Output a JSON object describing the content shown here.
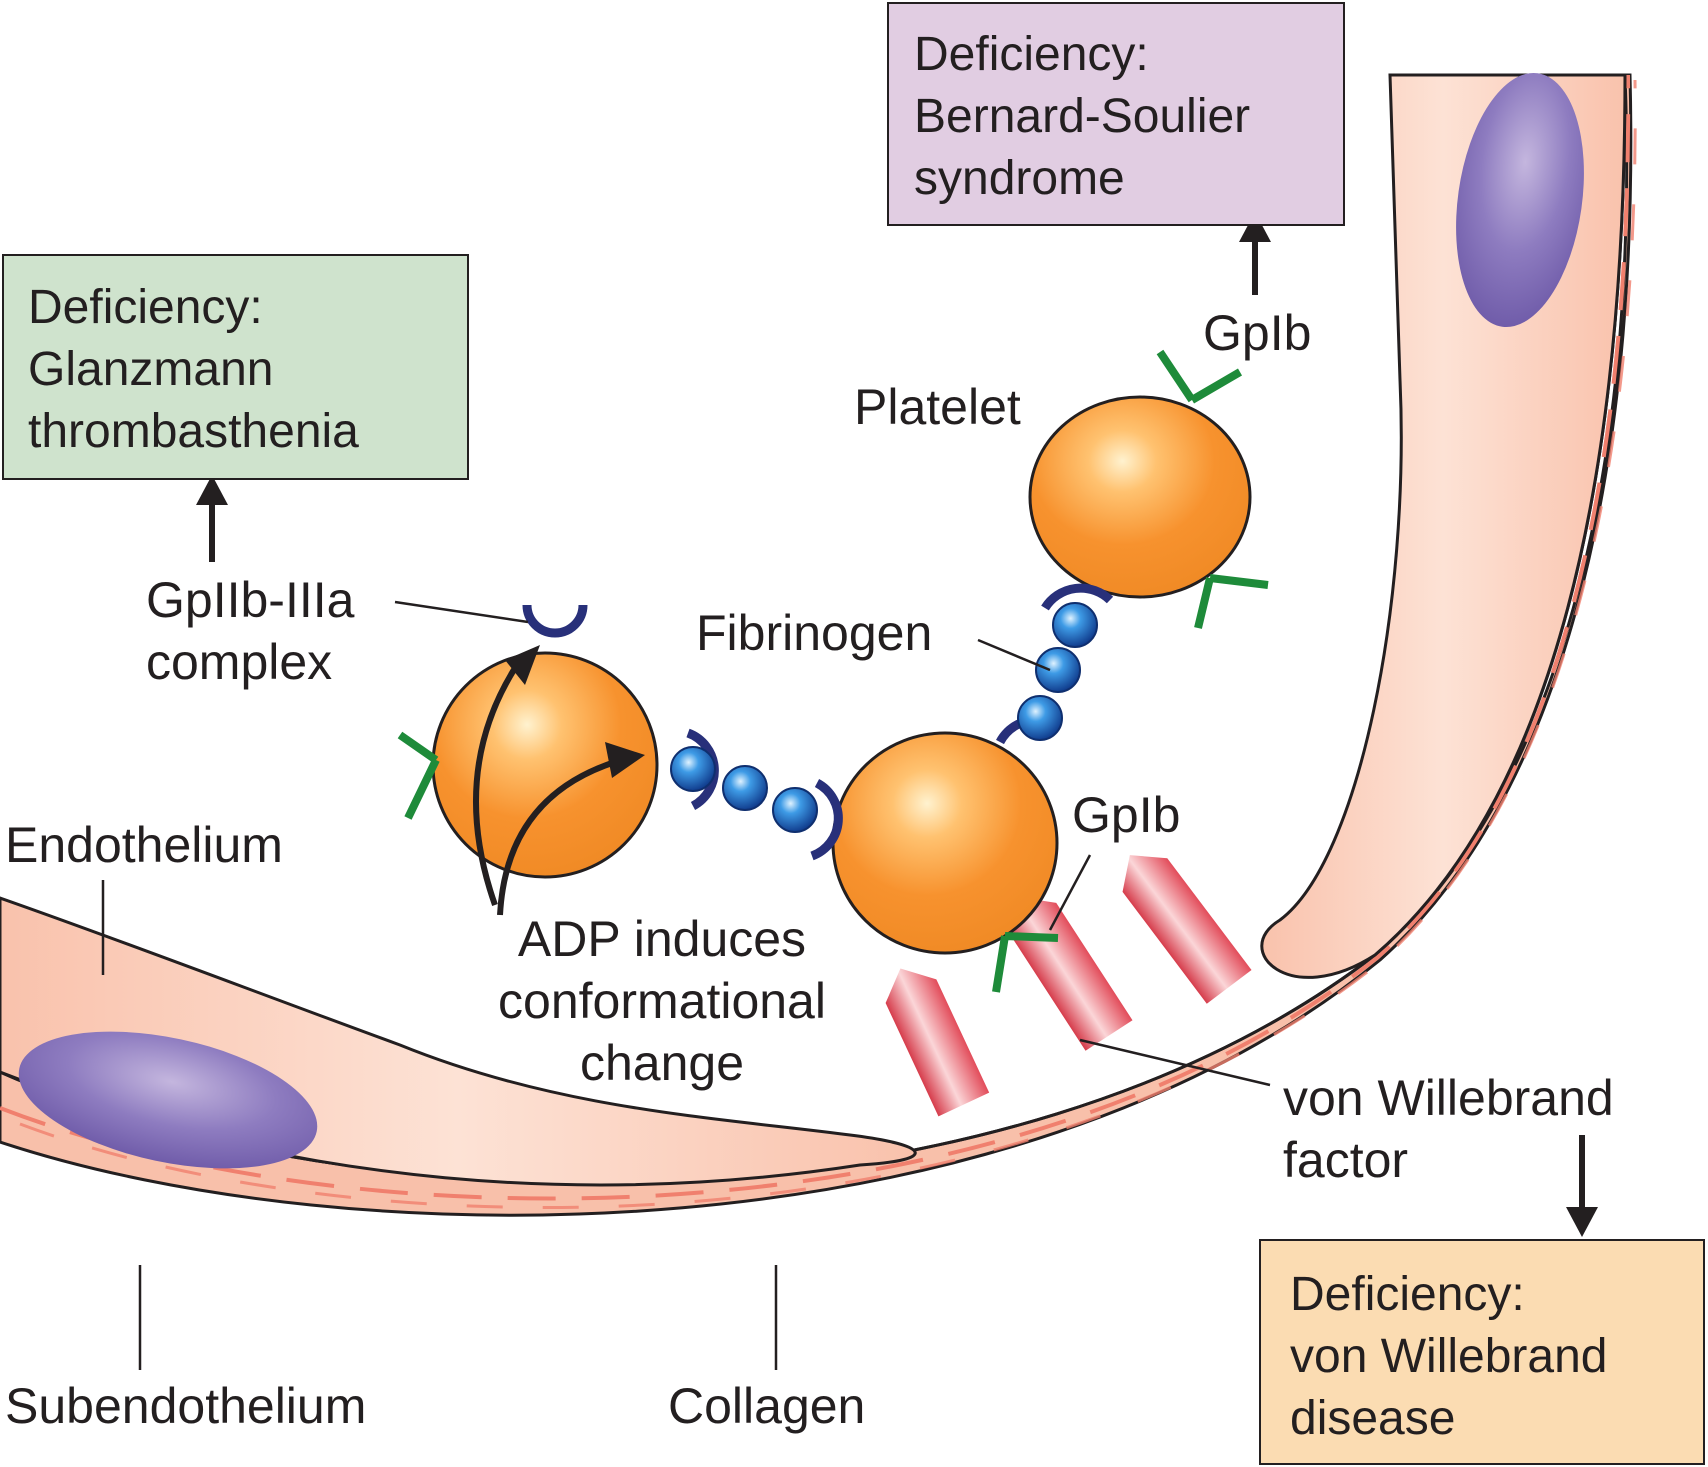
{
  "boxes": {
    "glanzmann": {
      "line1": "Deficiency:",
      "line2": "Glanzmann",
      "line3": "thrombasthenia",
      "fill": "#cfe3cd"
    },
    "bernard": {
      "line1": "Deficiency:",
      "line2": "Bernard-Soulier",
      "line3": "syndrome",
      "fill": "#e1cde2"
    },
    "vwd": {
      "line1": "Deficiency:",
      "line2": "von Willebrand",
      "line3": "disease",
      "fill": "#fbdcb2"
    }
  },
  "labels": {
    "gpiib_line1": "GpIIb-IIIa",
    "gpiib_line2": "complex",
    "platelet": "Platelet",
    "gpib_top": "GpIb",
    "gpib_mid": "GpIb",
    "fibrinogen": "Fibrinogen",
    "endothelium": "Endothelium",
    "adp_line1": "ADP induces",
    "adp_line2": "conformational",
    "adp_line3": "change",
    "vwf_line1": "von Willebrand",
    "vwf_line2": "factor",
    "subendothelium": "Subendothelium",
    "collagen": "Collagen"
  },
  "colors": {
    "platelet": "#f7922e",
    "platelet_highlight": "#ffe8b8",
    "endothelium": "#f9c3ad",
    "subendothelium": "#f7b8a5",
    "collagen_dash": "#f0806e",
    "nucleus": "#7b68b0",
    "gpib": "#1e8b3a",
    "gpiib": "#28307a",
    "fibrinogen": "#1f64c4",
    "vwf": "#e8505b"
  }
}
